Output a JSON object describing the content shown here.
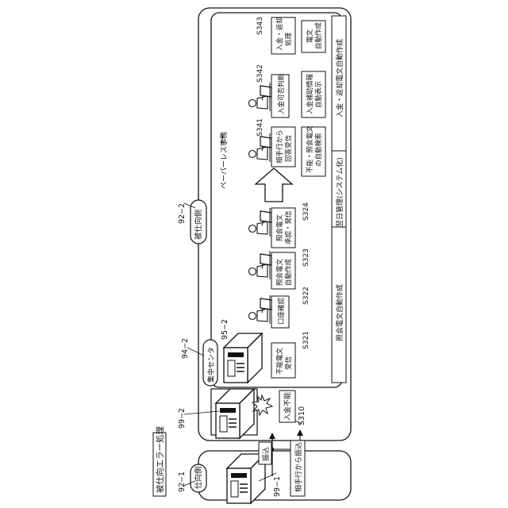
{
  "figure_title": "被仕向エラー処理",
  "regions": {
    "left": {
      "ref": "92−1",
      "label": "仕向側",
      "machine_ref": "99−1"
    },
    "right": {
      "ref": "92−2",
      "label": "被仕向側",
      "machine_ref": "99−2"
    },
    "center": {
      "ref": "94−2",
      "label": "集中センタ",
      "machine_ref": "95−2"
    }
  },
  "flow": {
    "transfer_label": "振込",
    "partner_transfer": "相手行から振込",
    "deposit_fail": "入金不能",
    "s310": "S310"
  },
  "steps": [
    {
      "id": "S321",
      "text": [
        "不能電文",
        "受信"
      ]
    },
    {
      "id": "S322",
      "text": [
        "口座確認"
      ]
    },
    {
      "id": "S323",
      "text": [
        "照会電文",
        "自動作成"
      ]
    },
    {
      "id": "S324",
      "text": [
        "照会電文",
        "承認・発信"
      ]
    },
    {
      "id": "S341",
      "text": [
        "相手行から",
        "回答受信"
      ]
    },
    {
      "id": "S342",
      "text": [
        "入金可否判断"
      ]
    },
    {
      "id": "S343",
      "text": [
        "入金・返却",
        "処理"
      ]
    }
  ],
  "auto_boxes": {
    "kensaku": [
      "不能・照会電文",
      "の自動検索"
    ],
    "hyoji": [
      "入金補助情報",
      "自動表示"
    ],
    "sakusei": [
      "電文",
      "自動作成"
    ]
  },
  "bars": {
    "shokai": "照会電文自動作成",
    "yokujitsu": "翌日管理(システム化)",
    "henkyaku": "入金・返却電文自動作成"
  },
  "paperless": "ペーパーレス事務"
}
